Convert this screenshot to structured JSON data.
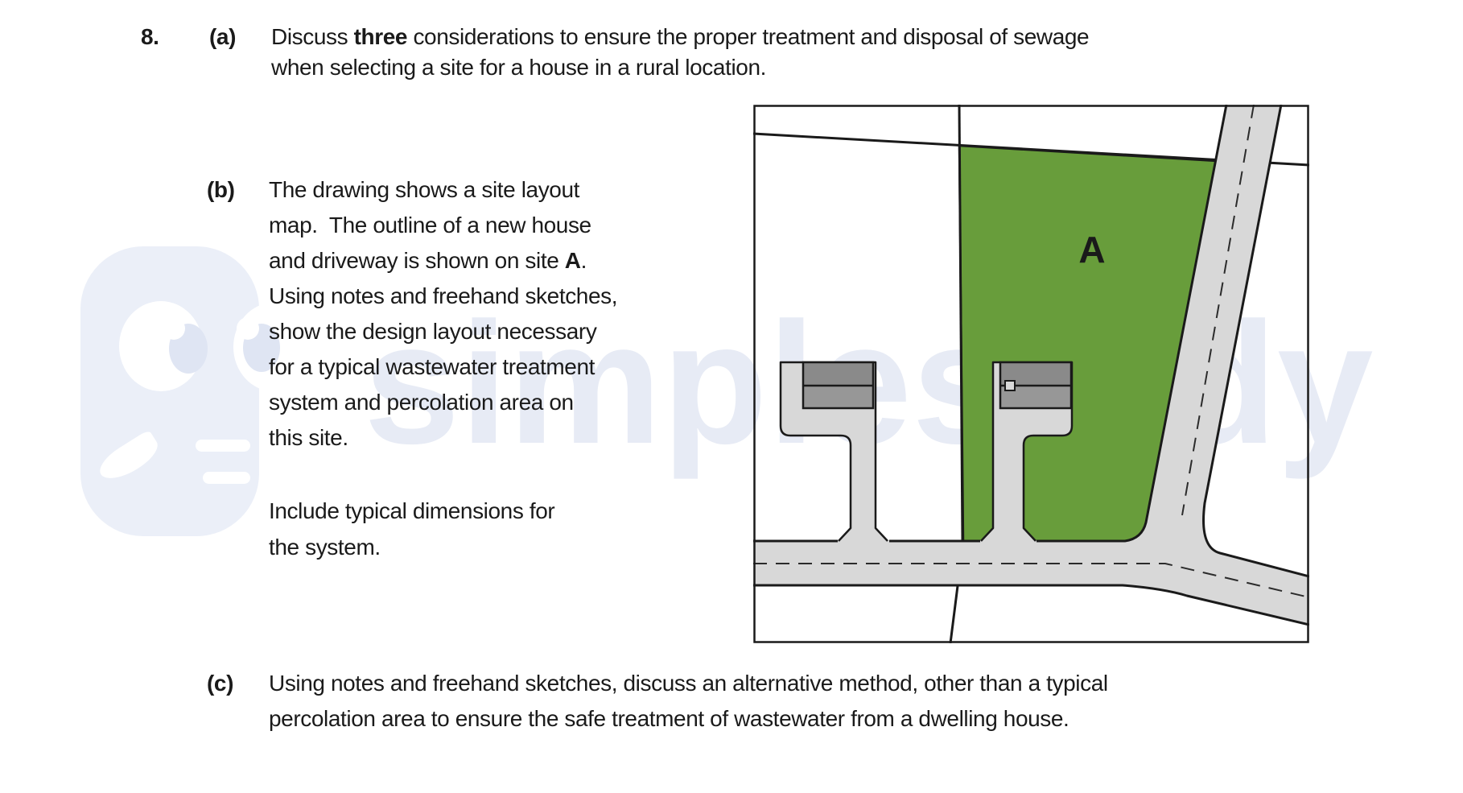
{
  "watermark": {
    "text": "simplestudy"
  },
  "question": {
    "number": "8.",
    "a": {
      "label": "(a)",
      "l1_pre": "Discuss ",
      "l1_bold": "three",
      "l1_post": " considerations to ensure the proper treatment and disposal of sewage",
      "l2": "when selecting a site for a house in a rural location."
    },
    "b": {
      "label": "(b)",
      "l1": "The drawing shows a site layout",
      "l2": "map.  The outline of a new house",
      "l3_pre": "and driveway is shown on site ",
      "l3_bold": "A",
      "l3_post": ".",
      "l4": "Using notes and freehand sketches,",
      "l5": "show the design layout necessary",
      "l6": "for a typical wastewater treatment",
      "l7": "system and percolation area on",
      "l8": "this site.",
      "l9": "Include typical dimensions for",
      "l10": "the system."
    },
    "c": {
      "label": "(c)",
      "l1": "Using notes and freehand sketches, discuss an alternative method, other than a typical",
      "l2": "percolation area to ensure the safe treatment of wastewater from a dwelling house."
    }
  },
  "map": {
    "site_label": "A",
    "colors": {
      "site_green": "#689d3b",
      "road_grey": "#d8d8d8",
      "house_grey_top": "#8a8a8a",
      "house_grey_bottom": "#979797",
      "marker_grey": "#d9d9d9",
      "outline": "#1a1a1a"
    }
  }
}
